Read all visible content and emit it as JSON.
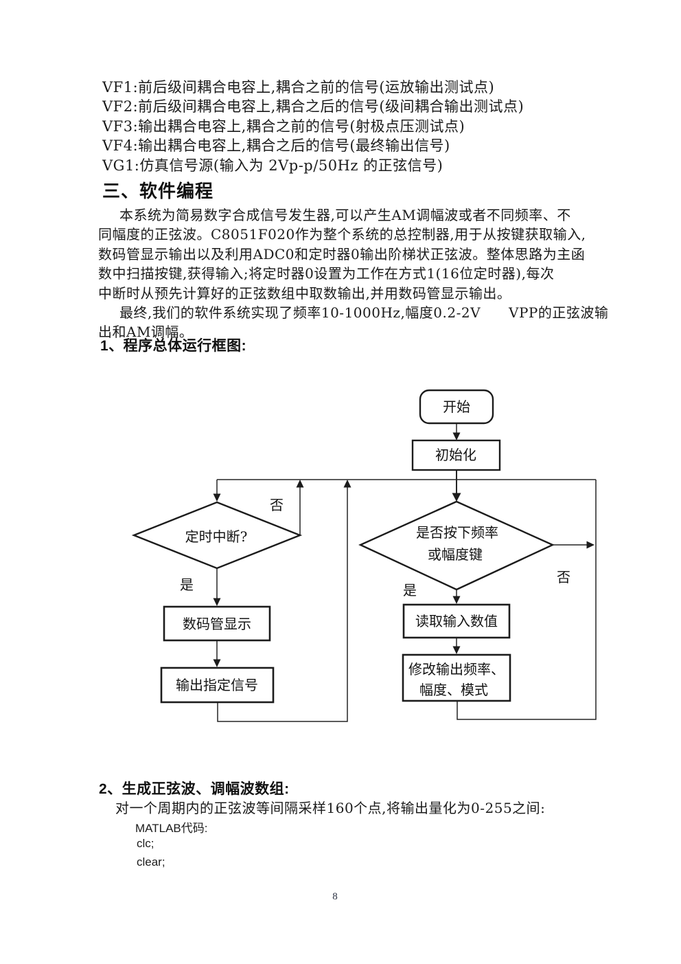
{
  "document": {
    "signal_list": [
      "VF1:前后级间耦合电容上,耦合之前的信号(运放输出测试点)",
      "VF2:前后级间耦合电容上,耦合之后的信号(级间耦合输出测试点)",
      "VF3:输出耦合电容上,耦合之前的信号(射极点压测试点)",
      "VF4:输出耦合电容上,耦合之后的信号(最终输出信号)",
      "VG1:仿真信号源(输入为 2Vp-p/50Hz 的正弦信号)"
    ],
    "section_title": "三、软件编程",
    "para1": [
      "本系统为简易数字合成信号发生器,可以产生AM调幅波或者不同频率、不",
      "同幅度的正弦波。C8051F020作为整个系统的总控制器,用于从按键获取输入,",
      "数码管显示输出以及利用ADC0和定时器0输出阶梯状正弦波。整体思路为主函",
      "数中扫描按键,获得输入;将定时器0设置为工作在方式1(16位定时器),每次",
      "中断时从预先计算好的正弦数组中取数输出,并用数码管显示输出。",
      "最终,我们的软件系统实现了频率10-1000Hz,幅度0.2-2V　　VPP的正弦波输",
      "出和AM调幅。"
    ],
    "sub1_title": "1、程序总体运行框图:",
    "sub2_title": "2、生成正弦波、调幅波数组:",
    "sub2_body": "对一个周期内的正弦波等间隔采样160个点,将输出量化为0-255之间:",
    "code_label": "MATLAB代码:",
    "code_lines": [
      "clc;",
      "clear;"
    ],
    "page_number": "8"
  },
  "flowchart": {
    "start": "开始",
    "init": "初始化",
    "timer_decision": "定时中断?",
    "key_decision_line1": "是否按下频率",
    "key_decision_line2": "或幅度键",
    "display_box": "数码管显示",
    "output_box": "输出指定信号",
    "read_box": "读取输入数值",
    "modify_line1": "修改输出频率、",
    "modify_line2": "幅度、模式",
    "label_no_left": "否",
    "label_yes_left": "是",
    "label_yes_right": "是",
    "label_no_right": "否"
  }
}
